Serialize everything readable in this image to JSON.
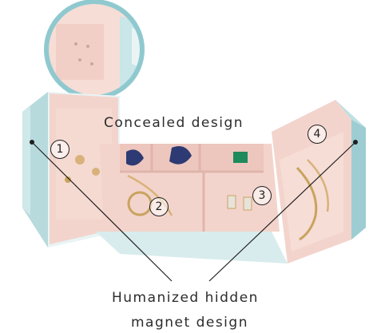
{
  "captions": {
    "concealed": "Concealed design",
    "magnet_line1": "Humanized hidden",
    "magnet_line2": "magnet design"
  },
  "compartment_labels": [
    "1",
    "2",
    "3",
    "4"
  ],
  "colors": {
    "box_blue": "#bfe0e3",
    "lining_pink": "#f3d4cc",
    "outline": "#1f1f1f"
  }
}
